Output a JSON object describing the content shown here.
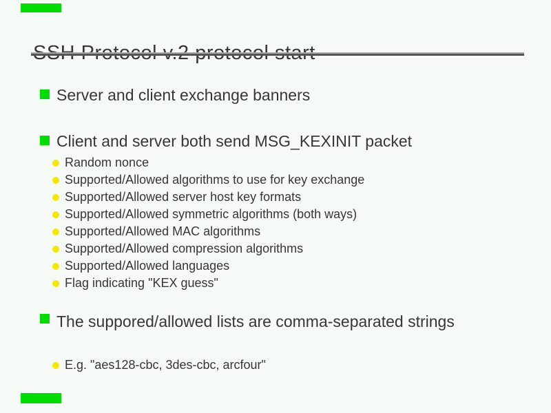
{
  "slide": {
    "title": "SSH Protocol v.2 protocol start",
    "bullets": [
      {
        "label": "Server and client exchange banners",
        "sub": []
      },
      {
        "label": "Client and server both send MSG_KEXINIT packet",
        "sub": [
          "Random nonce",
          "Supported/Allowed algorithms to use for key exchange",
          "Supported/Allowed server host key formats",
          "Supported/Allowed symmetric algorithms (both ways)",
          "Supported/Allowed MAC algorithms",
          "Supported/Allowed compression algorithms",
          "Supported/Allowed languages",
          "Flag indicating \"KEX guess\""
        ]
      },
      {
        "label": "The suppored/allowed lists are comma-separated strings",
        "sub": [
          "E.g. \"aes128-cbc, 3des-cbc, arcfour\""
        ]
      }
    ],
    "colors": {
      "background": "#f5faf6",
      "text": "#363636",
      "bullet_green": "#00dd00",
      "bullet_yellow": "#f2e800",
      "rule_top": "#a5aaa5",
      "rule_bottom": "#545454"
    }
  }
}
